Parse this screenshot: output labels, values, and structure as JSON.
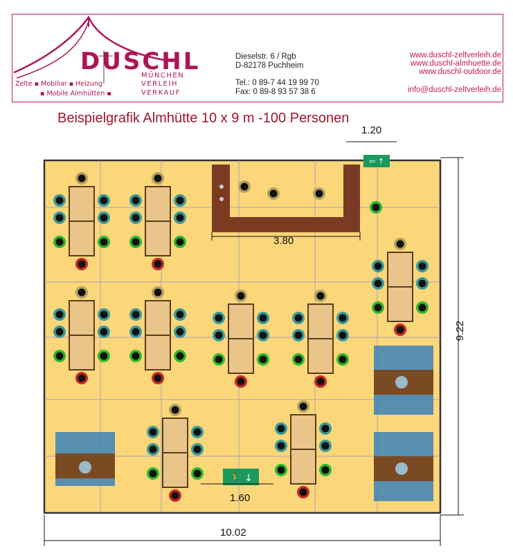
{
  "header": {
    "logo": {
      "brand": "DUSCHL",
      "city": "MÜNCHEN",
      "line_verleih": "VERLEIH",
      "line_verkauf": "VERKAUF"
    },
    "services": {
      "item1": "Zelte",
      "item2": "Mobiliar",
      "item3": "Heizung",
      "item4": "Mobile Almhütten"
    },
    "address": {
      "street": "Dieselstr. 6 / Rgb",
      "city": "D-82178 Puchheim",
      "tel": "Tel.: 0 89-7 44 19 99 70",
      "fax": "Fax: 0 89-8 93 57 38 6"
    },
    "web": {
      "site1": "www.duschl-zeltverleih.de",
      "site2": "www.duschl-almhuette.de",
      "site3": "www.duschl-outdoor.de",
      "email": "info@duschl-zeltverleih.de"
    }
  },
  "plan": {
    "title": "Beispielgrafik Almhütte 10 x 9 m -100 Personen",
    "dim_top": "1.20",
    "dim_bar": "3.80",
    "dim_entrance": "1.60",
    "dim_height": "9.22",
    "dim_width": "10.02"
  },
  "colors": {
    "brand": "#ad1457",
    "floor": "#fbd77a",
    "bar": "#7a3b22",
    "exit": "#1a9a5c",
    "title": "#a0162c"
  }
}
